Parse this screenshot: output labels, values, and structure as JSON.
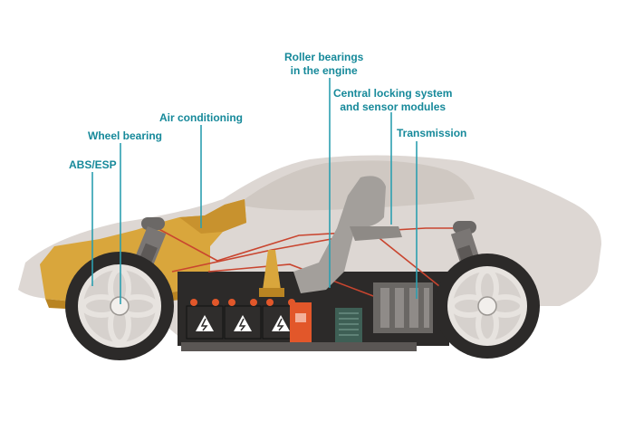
{
  "labels": {
    "abs_esp": "ABS/ESP",
    "wheel_bearing": "Wheel bearing",
    "air_conditioning": "Air conditioning",
    "roller_bearings_line1": "Roller bearings",
    "roller_bearings_line2": "in the engine",
    "central_locking_line1": "Central locking system",
    "central_locking_line2": "and sensor modules",
    "transmission": "Transmission"
  },
  "colors": {
    "label_text": "#16899a",
    "leader_line": "#2c9fb0",
    "car_body": "#dad4cf",
    "car_body_dark": "#c7c1bc",
    "amber_frame": "#d9a63c",
    "amber_dark": "#b98422",
    "chassis": "#2c2a29",
    "battery": "#2f2d2c",
    "battery_red": "#e2572a",
    "tire": "#2c2a29",
    "rim": "#e7e3df",
    "seat": "#a39f9b",
    "wire_red": "#c9452f",
    "green_module": "#3e5f55"
  },
  "icons": {
    "battery_warning": "high-voltage-warning-icon",
    "wheel": "wheel-icon",
    "seat": "seat-icon",
    "engine_block": "engine-icon",
    "suspension": "shock-absorber-icon"
  }
}
